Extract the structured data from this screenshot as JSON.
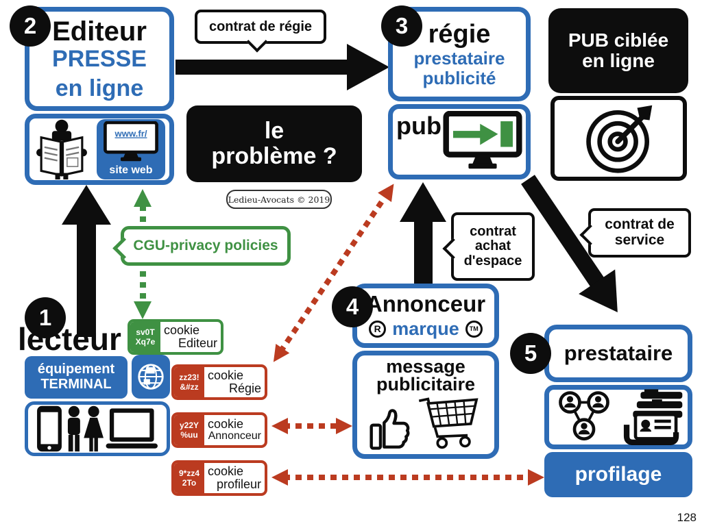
{
  "page": {
    "number": "128",
    "credit": "Ledieu-Avocats © 2019"
  },
  "colors": {
    "blue": "#2e6cb5",
    "green": "#3f9143",
    "red": "#bb3b20",
    "black": "#0d0d0d"
  },
  "steps": {
    "lecteur": "1",
    "editeur": "2",
    "regie": "3",
    "annonceur": "4",
    "prestataire": "5"
  },
  "editeur": {
    "title": "Editeur",
    "subtitle1": "PRESSE",
    "subtitle2": "en ligne",
    "site_url": "www.fr/",
    "site_label": "site web"
  },
  "regie": {
    "title": "régie",
    "subtitle1": "prestataire",
    "subtitle2": "publicité",
    "pub_label": "pub"
  },
  "pub_ciblee": {
    "l1": "PUB ciblée",
    "l2": "en ligne"
  },
  "probleme": {
    "l1": "le",
    "l2": "problème ?"
  },
  "bubbles": {
    "contrat_regie": "contrat de régie",
    "cgu": "CGU-privacy policies",
    "contrat_achat": {
      "l1": "contrat",
      "l2": "achat",
      "l3": "d'espace"
    },
    "contrat_service": {
      "l1": "contrat de",
      "l2": "service"
    }
  },
  "lecteur": {
    "title": "lecteur",
    "equip_l1": "équipement",
    "equip_l2": "TERMINAL"
  },
  "cookies": {
    "editeur": {
      "id1": "sv0T",
      "id2": "Xq7e",
      "label": "cookie",
      "owner": "Editeur"
    },
    "regie": {
      "id1": "zz23!",
      "id2": "&#zz",
      "label": "cookie",
      "owner": "Régie"
    },
    "annonceur": {
      "id1": "y22Y",
      "id2": "%uu",
      "label": "cookie",
      "owner": "Annonceur"
    },
    "profileur": {
      "id1": "9*zz4",
      "id2": "2To",
      "label": "cookie",
      "owner": "profileur"
    }
  },
  "annonceur": {
    "title": "Annonceur",
    "reg": "R",
    "marque": "marque",
    "tm": "TM",
    "msg_l1": "message",
    "msg_l2": "publicitaire"
  },
  "prestataire": {
    "title": "prestataire",
    "profilage": "profilage"
  }
}
